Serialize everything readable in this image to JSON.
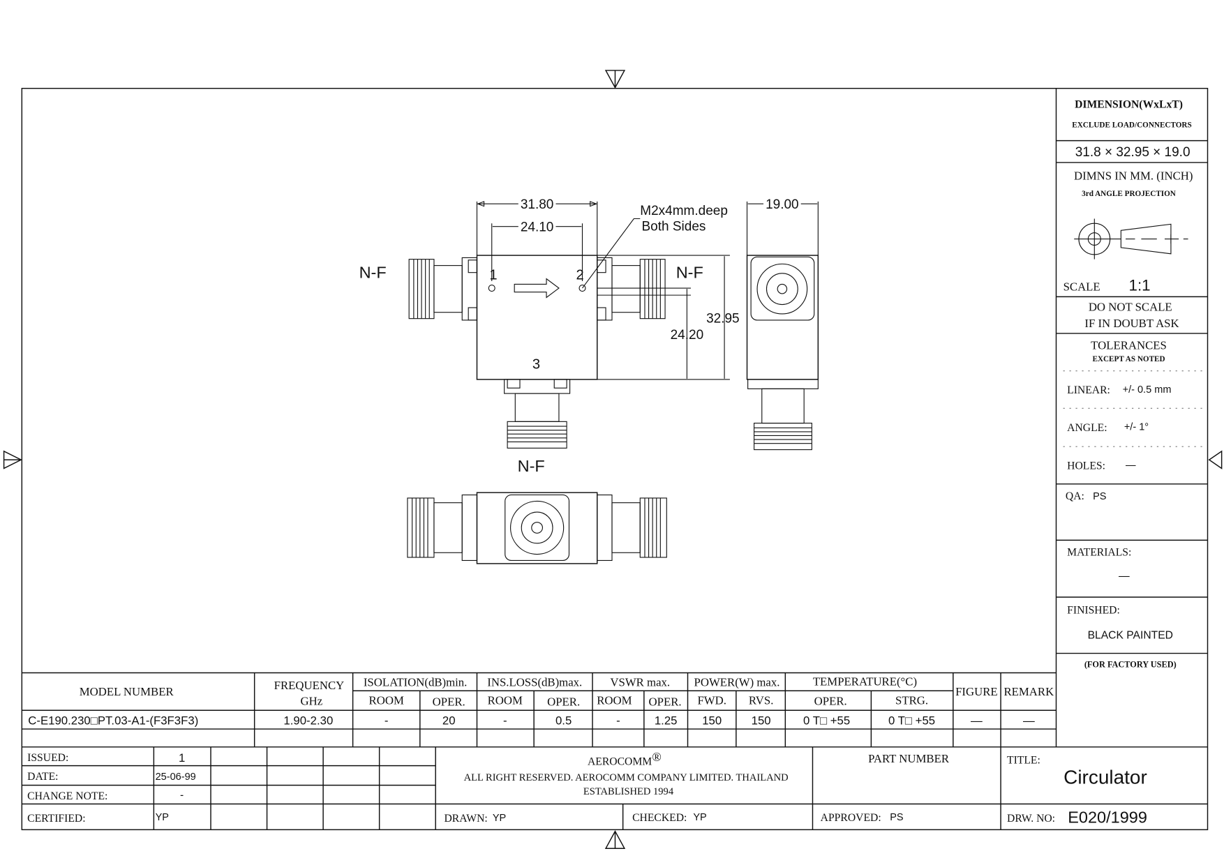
{
  "sidebar": {
    "dimension_title": "DIMENSION(WxLxT)",
    "dimension_sub": "EXCLUDE LOAD/CONNECTORS",
    "dimension_value": "31.8 × 32.95 × 19.0",
    "units": "DIMNS IN MM. (INCH)",
    "projection": "3rd ANGLE PROJECTION",
    "scale_label": "SCALE",
    "scale_value": "1:1",
    "no_scale_1": "DO NOT SCALE",
    "no_scale_2": "IF IN DOUBT ASK",
    "tolerances": "TOLERANCES",
    "tolerances_sub": "EXCEPT AS NOTED",
    "linear_label": "LINEAR:",
    "linear_value": "+/- 0.5 mm",
    "angle_label": "ANGLE:",
    "angle_value": "+/- 1°",
    "holes_label": "HOLES:",
    "holes_value": "—",
    "qa_label": "QA:",
    "qa_value": "PS",
    "materials_label": "MATERIALS:",
    "materials_value": "—",
    "finished_label": "FINISHED:",
    "finished_value": "BLACK PAINTED",
    "factory": "(FOR FACTORY USED)"
  },
  "drawing": {
    "dim_width": "31.80",
    "dim_hole_spacing": "24.10",
    "dim_thickness": "19.00",
    "dim_length": "32.95",
    "dim_port_offset": "24.20",
    "note_1": "M2x4mm.deep",
    "note_2": "Both Sides",
    "connector_left": "N-F",
    "connector_right": "N-F",
    "connector_bottom": "N-F",
    "port_1": "1",
    "port_2": "2",
    "port_3": "3"
  },
  "spec_table": {
    "headers": {
      "model": "MODEL NUMBER",
      "freq_1": "FREQUENCY",
      "freq_2": "GHz",
      "isolation": "ISOLATION(dB)min.",
      "insloss": "INS.LOSS(dB)max.",
      "vswr": "VSWR  max.",
      "power": "POWER(W)  max.",
      "temperature": "TEMPERATURE(°C)",
      "figure": "FIGURE",
      "remark": "REMARK",
      "room": "ROOM",
      "oper": "OPER.",
      "fwd": "FWD.",
      "rvs": "RVS.",
      "strg": "STRG."
    },
    "row": {
      "model": "C-E190.230□PT.03-A1-(F3F3F3)",
      "frequency": "1.90-2.30",
      "isolation_room": "-",
      "isolation_oper": "20",
      "insloss_room": "-",
      "insloss_oper": "0.5",
      "vswr_room": "-",
      "vswr_oper": "1.25",
      "power_fwd": "150",
      "power_rvs": "150",
      "temp_oper": "0 T□ +55",
      "temp_strg": "0 T□ +55",
      "figure": "—",
      "remark": "—"
    }
  },
  "title_block": {
    "issued_label": "ISSUED:",
    "issued_value": "1",
    "date_label": "DATE:",
    "date_value": "25-06-99",
    "change_label": "CHANGE NOTE:",
    "change_value": "-",
    "certified_label": "CERTIFIED:",
    "certified_value": "YP",
    "company": "AEROCOMM",
    "registered": "®",
    "rights": "ALL RIGHT RESERVED. AEROCOMM COMPANY LIMITED. THAILAND",
    "established": "ESTABLISHED 1994",
    "drawn_label": "DRAWN:",
    "drawn_value": "YP",
    "checked_label": "CHECKED:",
    "checked_value": "YP",
    "part_number_label": "PART NUMBER",
    "approved_label": "APPROVED:",
    "approved_value": "PS",
    "title_label": "TITLE:",
    "title_value": "Circulator",
    "drw_no_label": "DRW.  NO:",
    "drw_no_value": "E020/1999"
  }
}
